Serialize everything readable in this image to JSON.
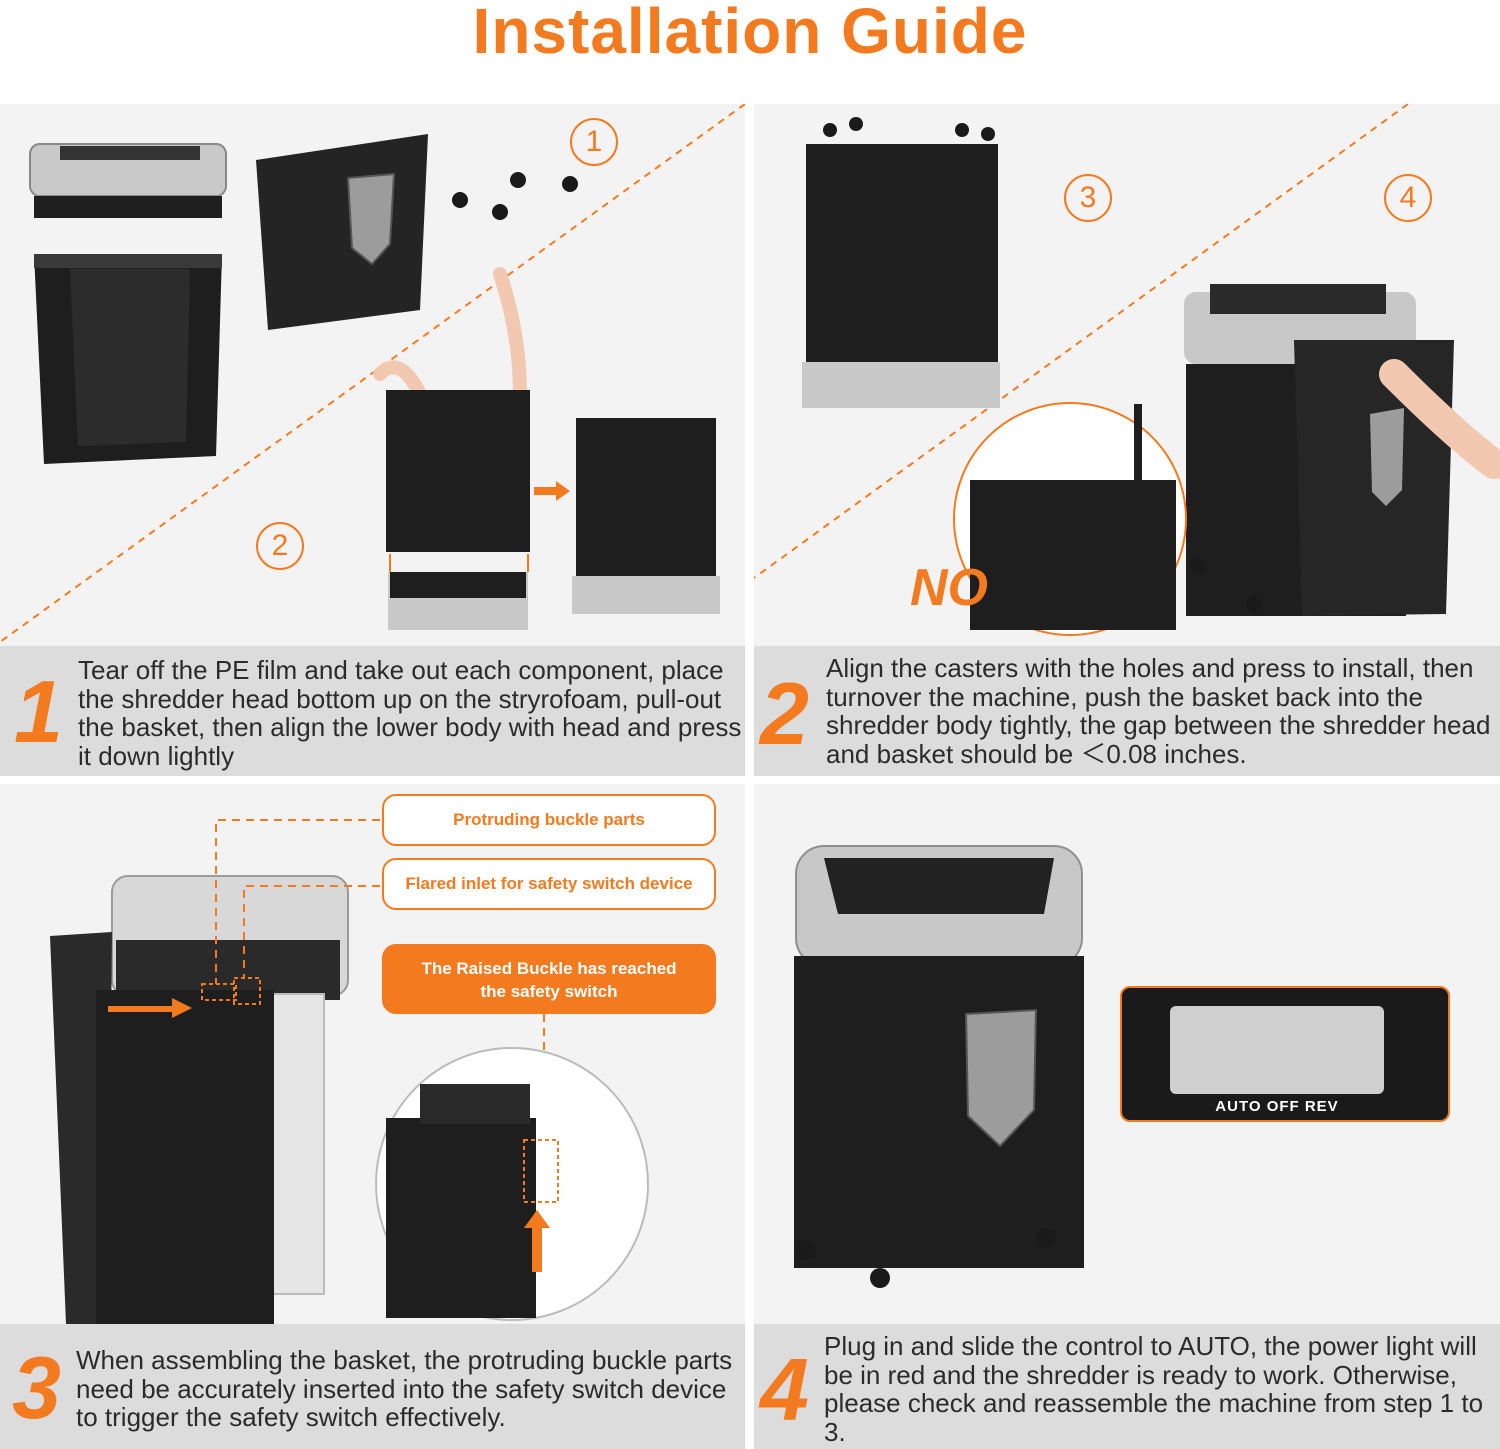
{
  "title": "Installation Guide",
  "colors": {
    "accent": "#f47a20",
    "panel_bg": "#f3f3f3",
    "caption_bg": "#dcdcdc",
    "machine": "#1e1e1e",
    "silver": "#c8c8c8"
  },
  "panel1": {
    "markers": [
      "1",
      "2"
    ],
    "caption_number": "1",
    "caption_text": "Tear off the PE film and take out each component, place the shredder head bottom up on the stryrofoam, pull-out the basket, then align the lower body with head and press it down lightly"
  },
  "panel2": {
    "markers": [
      "3",
      "4"
    ],
    "no_label": "NO",
    "caption_number": "2",
    "caption_text": "Align the casters with the holes and press to install, then turnover the machine, push the basket back into the shredder body tightly, the gap between the shredder head and basket should be ＜0.08 inches."
  },
  "panel3": {
    "callout_1": "Protruding buckle parts",
    "callout_2": "Flared inlet for safety switch device",
    "callout_3": "The Raised Buckle has reached the safety switch",
    "caption_number": "3",
    "caption_text": "When assembling the basket, the protruding buckle parts need be accurately inserted into the safety switch device to trigger the safety switch effectively."
  },
  "panel4": {
    "switch_label": "AUTO OFF REV",
    "caption_number": "4",
    "caption_text": "Plug in and slide the control to AUTO, the power light will be in red and the shredder is ready to work. Otherwise, please check and reassemble the machine from step 1 to 3."
  }
}
